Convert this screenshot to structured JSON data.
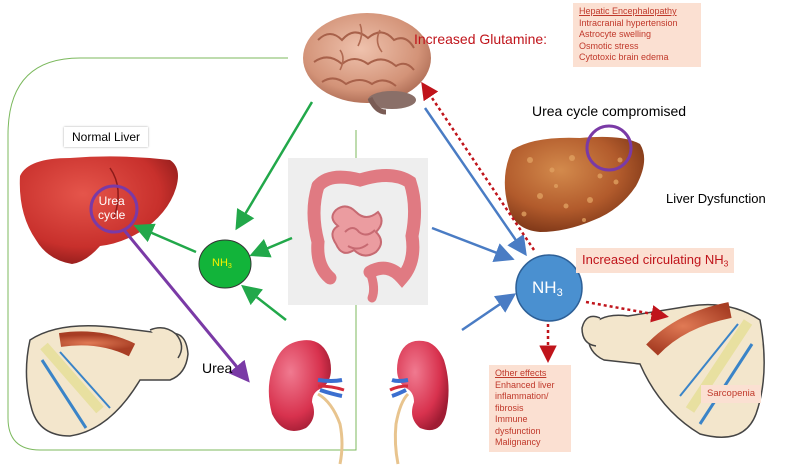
{
  "labels": {
    "increased_glutamine": "Increased Glutamine:",
    "normal_liver": "Normal Liver",
    "urea_cycle_line1": "Urea",
    "urea_cycle_line2": "cycle",
    "urea": "Urea",
    "urea_cycle_compromised": "Urea cycle compromised",
    "liver_dysfunction": "Liver Dysfunction",
    "increased_circulating": "Increased circulating NH",
    "nh_left": "NH",
    "nh_right": "NH",
    "subscript": "3"
  },
  "hepatic_box": {
    "heading": "Hepatic Encephalopathy",
    "items": [
      "Intracranial hypertension",
      "Astrocyte swelling",
      "Osmotic stress",
      "Cytotoxic brain edema"
    ]
  },
  "other_effects_box": {
    "heading": "Other effects",
    "items": [
      "Enhanced liver",
      "inflammation/",
      "fibrosis",
      "Immune",
      "dysfunction",
      "Malignancy"
    ]
  },
  "sarcopenia": "Sarcopenia",
  "colors": {
    "green": "#22a84a",
    "blue": "#4a7cc4",
    "purple": "#7a3aa6",
    "red_dotted": "#c0141b",
    "nh3_green": "#12b43a",
    "nh3_blue": "#4a90d0",
    "box_fill": "#fbe0d2",
    "box_text": "#c0392b"
  }
}
